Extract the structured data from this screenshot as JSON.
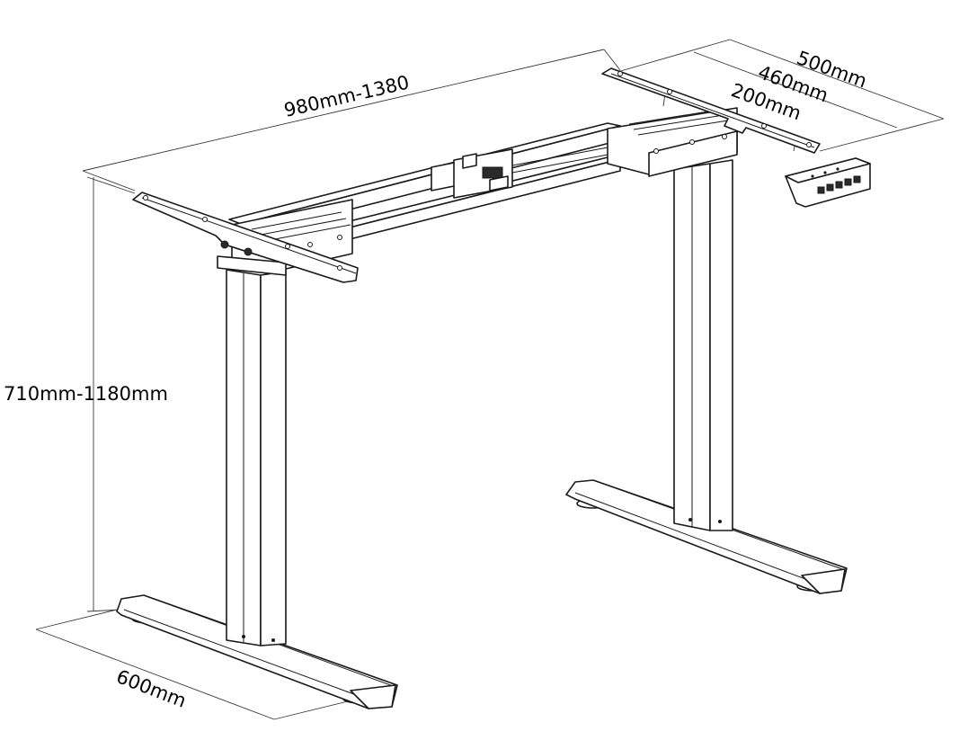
{
  "dimensions": {
    "width_range": "980mm-1380",
    "height_range": "710mm-1180mm",
    "foot_depth": "600mm",
    "top_bracket_depth": "500mm",
    "crossbar_depth": "460mm",
    "bracket_spacing": "200mm"
  },
  "colors": {
    "line": "#1a1a1a",
    "background": "#ffffff"
  },
  "icons": {
    "control_panel": "control-panel-icon"
  }
}
